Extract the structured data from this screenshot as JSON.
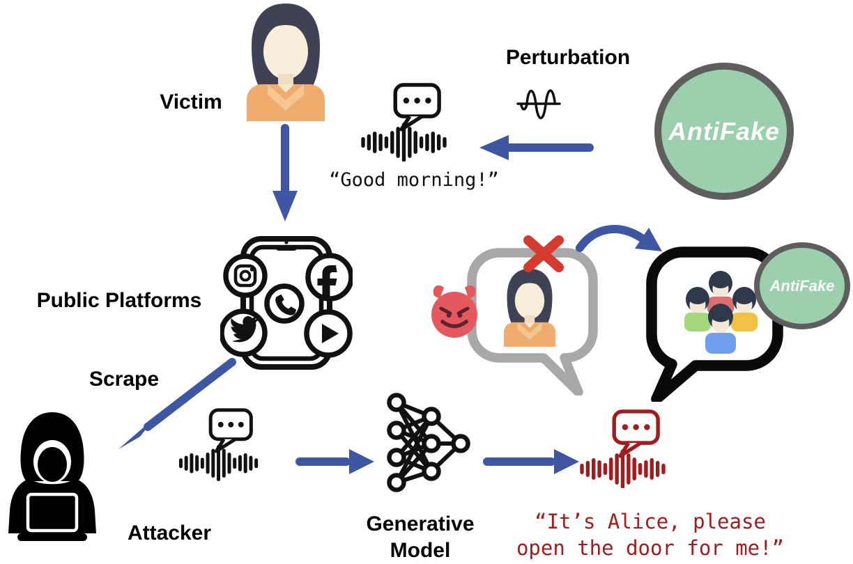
{
  "figure": {
    "labels": {
      "victim": "Victim",
      "perturbation": "Perturbation",
      "public_platforms": "Public Platforms",
      "scrape": "Scrape",
      "attacker": "Attacker",
      "generative_model_line1": "Generative",
      "generative_model_line2": "Model"
    },
    "speech": {
      "protected_voice_message": "“Good morning!”",
      "deepfake_voice_line1": "“It’s Alice, please",
      "deepfake_voice_line2": "open the door for me!”"
    },
    "antifake": {
      "logo_text": "AntiFake",
      "badge_text": "AntiFake"
    },
    "icons": {
      "victim_avatar": "woman-avatar-icon",
      "protected_voice": "voice-message-waveform-icon",
      "perturbation_wave": "sine-wave-icon",
      "antifake_logo": "antifake-logo-circle",
      "public_platforms": "smartphone-social-apps-icon",
      "social_apps": [
        "instagram-icon",
        "facebook-icon",
        "whatsapp-icon",
        "twitter-icon",
        "youtube-play-icon"
      ],
      "attacker": "hooded-hacker-icon",
      "attacker_voice_copy": "voice-message-waveform-icon",
      "generative_model": "neural-network-icon",
      "deepfake_voice": "voice-message-waveform-icon-red",
      "devil": "devil-emoji-icon",
      "blocked_clone_bubble": "gray-speech-bubble-woman-icon",
      "blocked_mark": "red-x-icon",
      "group_bubble": "black-speech-bubble-group-icon",
      "antifake_badge": "antifake-badge-circle"
    },
    "colors": {
      "arrow_blue": "#3d57a2",
      "antifake_green": "#9ccfae",
      "antifake_ring_gray": "#5e5e5e",
      "blocked_x_red": "#d6392e",
      "devil_red": "#e4595e",
      "deepfake_red": "#a11d1d",
      "bubble_gray": "#a8a8a8",
      "bubble_black": "#0a0a0a"
    }
  }
}
